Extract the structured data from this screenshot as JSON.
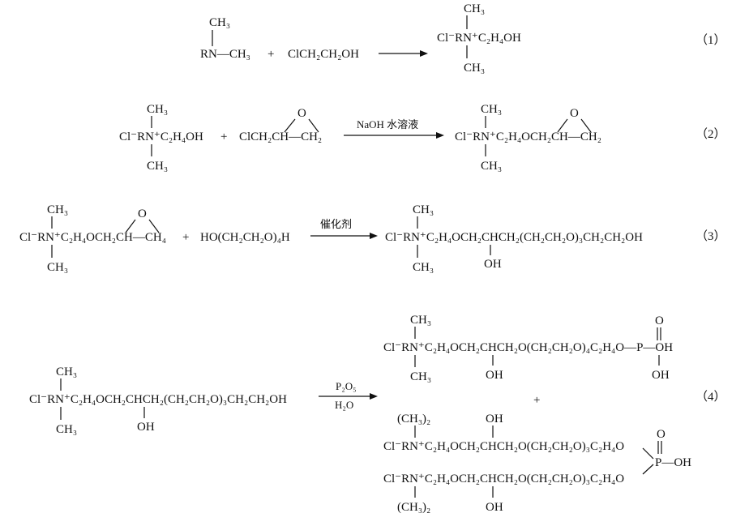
{
  "reactions": [
    {
      "number": "（1）",
      "reactant1": {
        "top": "CH₃",
        "main": "RN—CH₃"
      },
      "plus": "+",
      "reactant2": "ClCH₂CH₂OH",
      "arrow_above": "",
      "arrow_below": "",
      "product": {
        "top": "CH₃",
        "main": "Cl⁻RN⁺C₂H₄OH",
        "bottom": "CH₃"
      }
    },
    {
      "number": "（2）",
      "reactant1": {
        "top": "CH₃",
        "main": "Cl⁻RN⁺C₂H₄OH",
        "bottom": "CH₃"
      },
      "plus": "+",
      "reactant2": {
        "o": "O",
        "main": "ClCH₂CH—CH₂"
      },
      "arrow_above": "NaOH 水溶液",
      "product": {
        "top": "CH₃",
        "main": "Cl⁻RN⁺C₂H₄OCH₂CH—CH₂",
        "bottom": "CH₃",
        "o": "O"
      }
    },
    {
      "number": "（3）",
      "reactant1": {
        "top": "CH₃",
        "main": "Cl⁻RN⁺C₂H₄OCH₂CH—CH₄",
        "bottom": "CH₃",
        "o": "O"
      },
      "plus": "+",
      "reactant2": "HO(CH₂CH₂O)₄H",
      "arrow_above": "催化剂",
      "product": {
        "top": "CH₃",
        "main": "Cl⁻RN⁺C₂H₄OCH₂CHCH₂(CH₂CH₂O)₃CH₂CH₂OH",
        "bottom": "CH₃",
        "oh": "OH"
      }
    },
    {
      "number": "（4）",
      "reactant": {
        "top": "CH₃",
        "main": "Cl⁻RN⁺C₂H₄OCH₂CHCH₂(CH₂CH₂O)₃CH₂CH₂OH",
        "bottom": "CH₃",
        "oh": "OH"
      },
      "arrow_above": "P₂O₅",
      "arrow_below": "H₂O",
      "product1": {
        "top": "CH₃",
        "main": "Cl⁻RN⁺C₂H₄OCH₂CHCH₂O(CH₂CH₂O)₄C₂H₄O—P—OH",
        "bottom": "CH₃",
        "oh": "OH",
        "p_top": "O",
        "p_bottom": "OH"
      },
      "plus": "+",
      "product2": {
        "top_group": "(CH₃)₂",
        "oh_top": "OH",
        "line1": "Cl⁻RN⁺C₂H₄OCH₂CHCH₂O(CH₂CH₂O)₃C₂H₄O",
        "p_o": "O",
        "p_main": "P—OH",
        "line2": "Cl⁻RN⁺C₂H₄OCH₂CHCH₂O(CH₂CH₂O)₃C₂H₄O",
        "bottom_group": "(CH₃)₂",
        "oh_bottom": "OH"
      }
    }
  ]
}
